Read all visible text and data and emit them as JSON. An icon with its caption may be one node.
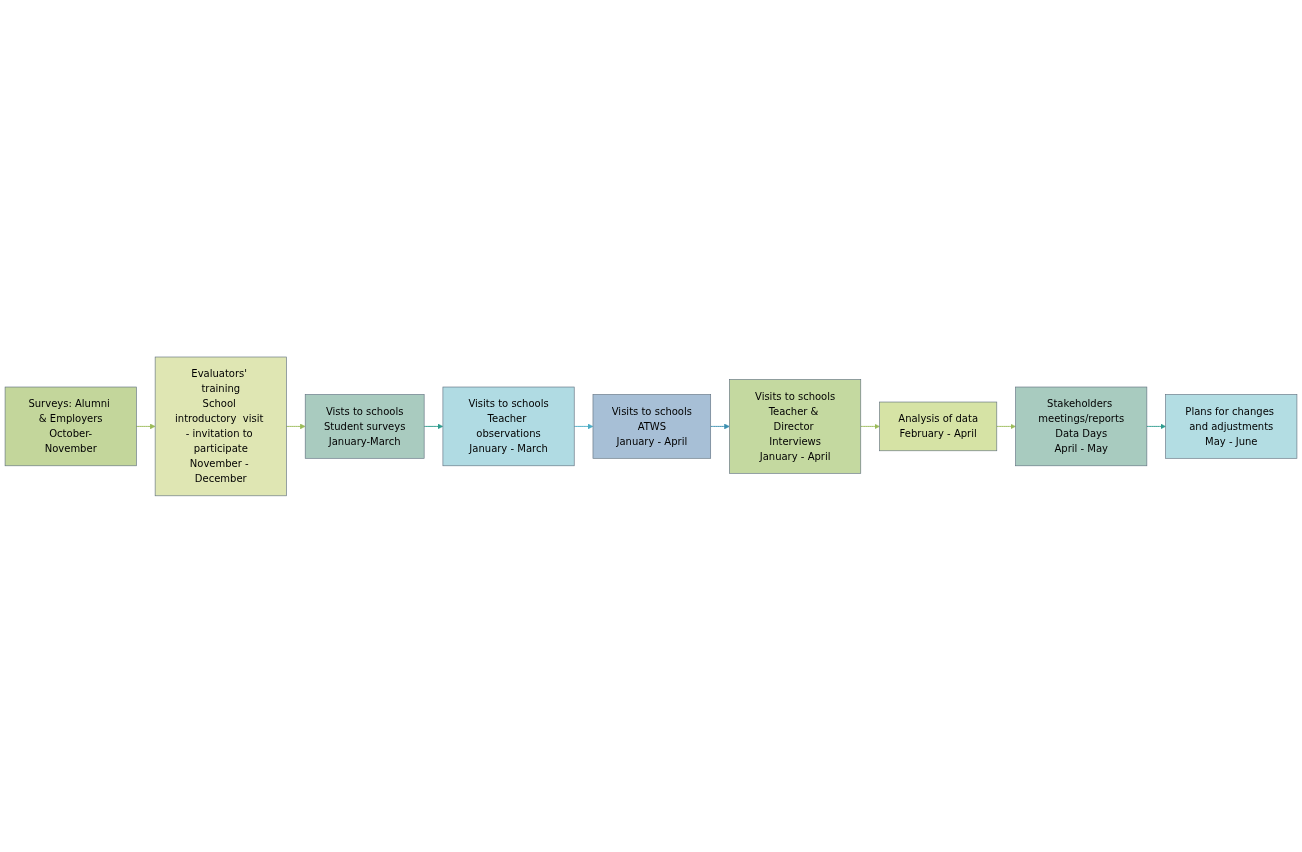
{
  "diagram": {
    "nodes": [
      {
        "text": [
          "Surveys: Alumni & Employers",
          "October-November"
        ]
      },
      {
        "text": [
          "Evaluators' training",
          "School introductory  visit - invitation to participate",
          "November - December"
        ]
      },
      {
        "text": [
          "Vists to schools",
          "Student surveys",
          "January-March"
        ]
      },
      {
        "text": [
          "Visits to schools",
          "Teacher observations",
          "January - March"
        ]
      },
      {
        "text": [
          "Visits to schools",
          "ATWS",
          "January - April"
        ]
      },
      {
        "text": [
          "Visits to schools",
          "Teacher & Director Interviews",
          "January - April"
        ]
      },
      {
        "text": [
          "Analysis of data",
          "February - April"
        ]
      },
      {
        "text": [
          "Stakeholders meetings/reports",
          "Data Days",
          "April - May"
        ]
      },
      {
        "text": [
          "Plans for changes and adjustments",
          "May - June"
        ]
      }
    ],
    "edges": [
      {
        "from": 0,
        "to": 1,
        "arrow": "to"
      },
      {
        "from": 1,
        "to": 2,
        "arrow": "to"
      },
      {
        "from": 2,
        "to": 3,
        "arrow": "to",
        "color": "#2e9c8e"
      },
      {
        "from": 3,
        "to": 4,
        "arrow": "to",
        "color": "#4bacc6"
      },
      {
        "from": 4,
        "to": 5,
        "arrow": "to",
        "color": "#3a8fb0"
      },
      {
        "from": 5,
        "to": 6,
        "arrow": "to"
      },
      {
        "from": 6,
        "to": 7,
        "arrow": "to"
      },
      {
        "from": 7,
        "to": 8,
        "arrow": "to",
        "color": "#2e9c8e"
      }
    ]
  }
}
